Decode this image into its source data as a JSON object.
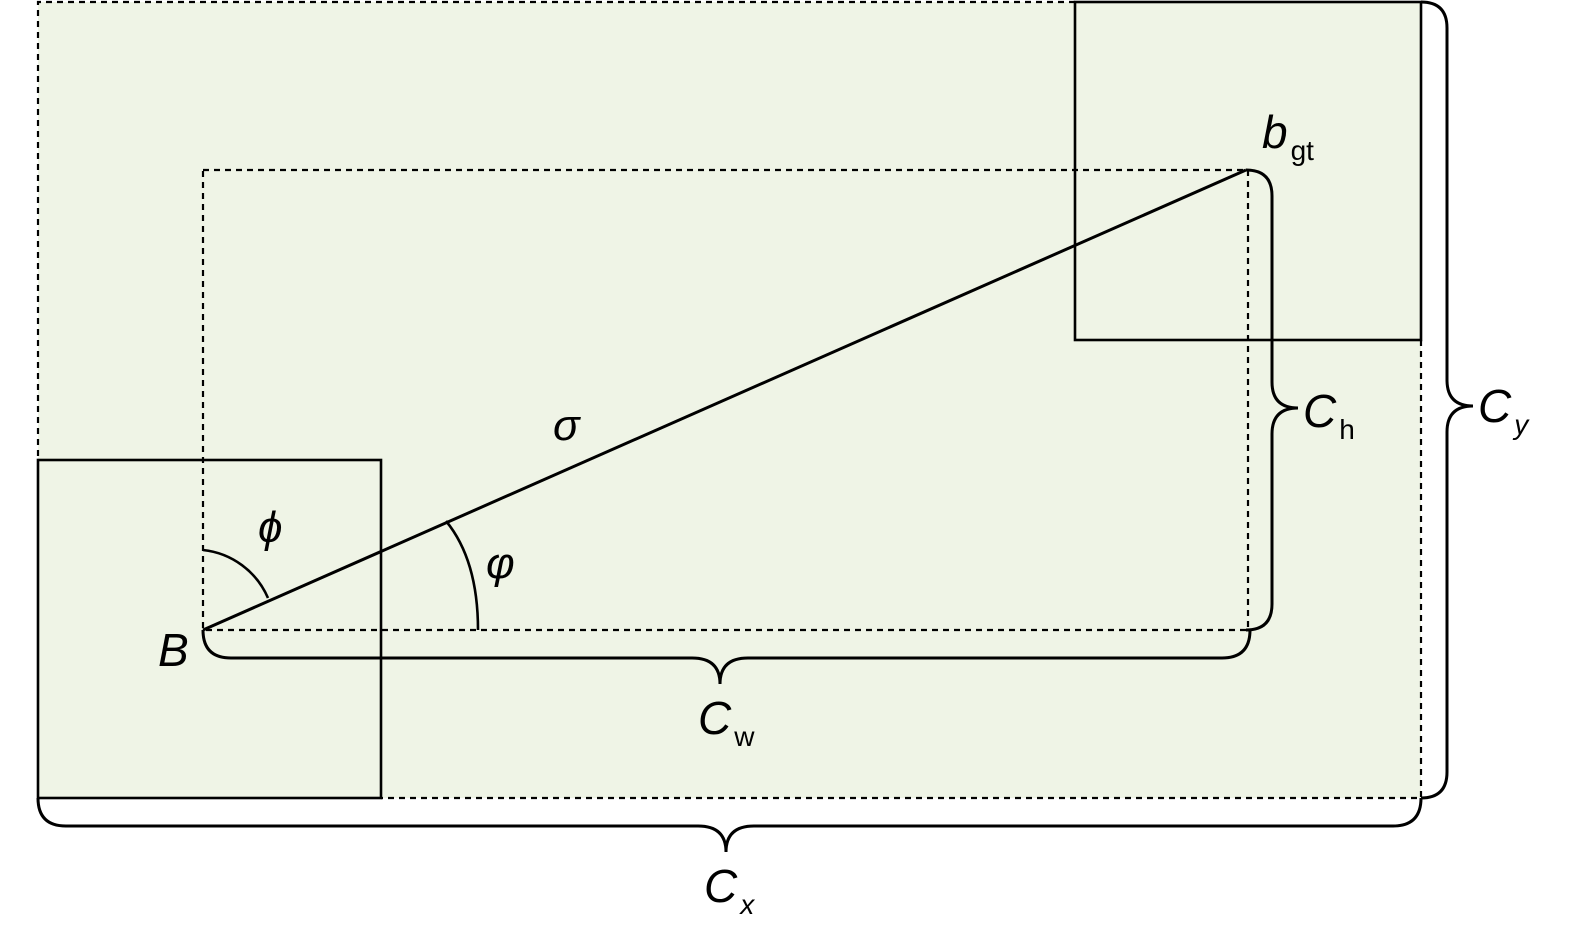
{
  "colors": {
    "fill": "#eff4e6",
    "stroke": "#000000",
    "background": "#ffffff"
  },
  "labels": {
    "b_gt": {
      "main": "b",
      "sub": "gt"
    },
    "B": "B",
    "sigma": "σ",
    "phi": "ϕ",
    "varphi": "φ",
    "C_w": {
      "main": "C",
      "sub": "w"
    },
    "C_h": {
      "main": "C",
      "sub": "h"
    },
    "C_x": {
      "main": "C",
      "sub": "x"
    },
    "C_y": {
      "main": "C",
      "sub": "y"
    }
  }
}
